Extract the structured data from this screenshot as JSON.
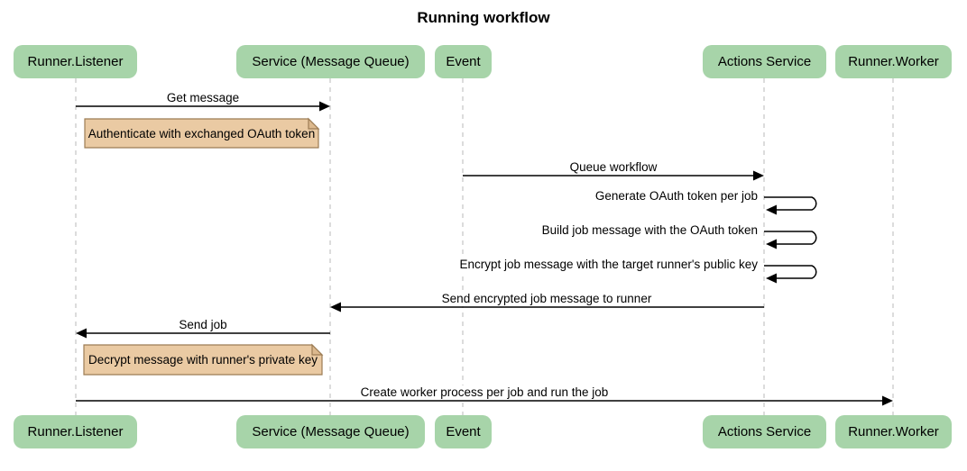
{
  "title": "Running workflow",
  "diagram_type": "sequence",
  "colors": {
    "actor_fill": "#A7D4A9",
    "actor_text": "#000000",
    "note_fill": "#EACAA3",
    "note_border": "#9C7C54",
    "note_fold": "#DCB98E",
    "lifeline": "#B9B9B9",
    "line": "#000000",
    "background": "#FFFFFF"
  },
  "participants": [
    {
      "label": "Runner.Listener"
    },
    {
      "label": "Service (Message Queue)"
    },
    {
      "label": "Event"
    },
    {
      "label": "Actions Service"
    },
    {
      "label": "Runner.Worker"
    }
  ],
  "messages": [
    {
      "text": "Get message",
      "from": "Runner.Listener",
      "to": "Service (Message Queue)",
      "kind": "solid-arrow"
    },
    {
      "text": "Queue workflow",
      "from": "Event",
      "to": "Actions Service",
      "kind": "solid-arrow"
    },
    {
      "text": "Generate OAuth token per job",
      "from": "Actions Service",
      "to": "Actions Service",
      "kind": "self-arrow"
    },
    {
      "text": "Build job message with the OAuth token",
      "from": "Actions Service",
      "to": "Actions Service",
      "kind": "self-arrow"
    },
    {
      "text": "Encrypt job message with the target runner's public key",
      "from": "Actions Service",
      "to": "Actions Service",
      "kind": "self-arrow"
    },
    {
      "text": "Send encrypted job message to runner",
      "from": "Actions Service",
      "to": "Service (Message Queue)",
      "kind": "solid-arrow"
    },
    {
      "text": "Send job",
      "from": "Service (Message Queue)",
      "to": "Runner.Listener",
      "kind": "solid-arrow"
    },
    {
      "text": "Create worker process per job and run the job",
      "from": "Runner.Listener",
      "to": "Runner.Worker",
      "kind": "solid-arrow"
    }
  ],
  "notes": [
    {
      "text": "Authenticate with exchanged OAuth token",
      "anchor": "Runner.Listener"
    },
    {
      "text": "Decrypt message with runner's private key",
      "anchor": "Runner.Listener"
    }
  ]
}
